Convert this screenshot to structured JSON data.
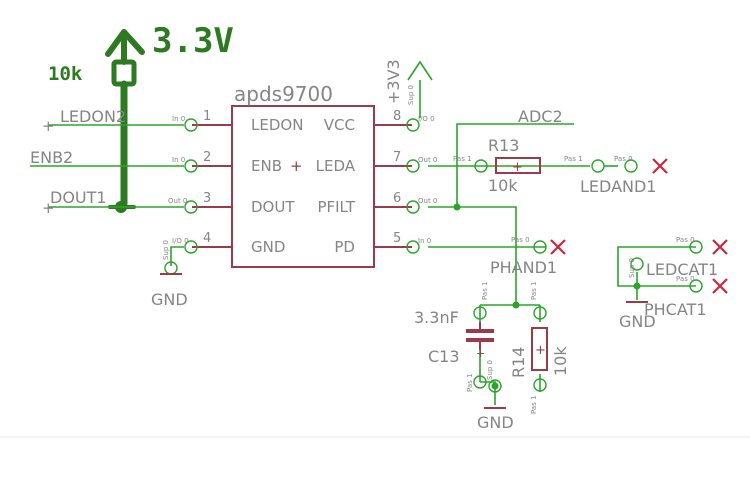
{
  "colors": {
    "wire": "#2aa52a",
    "part": "#9b3a48",
    "text": "#858585",
    "ink": "#2e7a22",
    "noconnect": "#c8283c"
  },
  "annotations": {
    "voltage": "3.3V",
    "resistor": "10k"
  },
  "chip": {
    "name": "apds9700",
    "left_pins": [
      {
        "name": "LEDON",
        "num": "1",
        "dir": "In 0"
      },
      {
        "name": "ENB",
        "num": "2",
        "dir": "In 0"
      },
      {
        "name": "DOUT",
        "num": "3",
        "dir": "Out 0"
      },
      {
        "name": "GND",
        "num": "4",
        "dir": "I/O 0"
      }
    ],
    "right_pins": [
      {
        "name": "VCC",
        "num": "8",
        "dir": "I/O 0"
      },
      {
        "name": "LEDA",
        "num": "7",
        "dir": "Out 0"
      },
      {
        "name": "PFILT",
        "num": "6",
        "dir": "Out 0"
      },
      {
        "name": "PD",
        "num": "5",
        "dir": "In 0"
      }
    ],
    "enb_mark": "+"
  },
  "nets": {
    "ledon": "LEDON2",
    "enb": "ENB2",
    "dout": "DOUT1",
    "vcc": "+3V3",
    "adc": "ADC2",
    "ledand": "LEDAND1",
    "phand": "PHAND1",
    "ledcat": "LEDCAT1",
    "phcat": "PHCAT1"
  },
  "grounds": [
    "GND",
    "GND",
    "GND"
  ],
  "r13": {
    "name": "R13",
    "value": "10k",
    "pin1": "Pas 1",
    "pin2": "Pas 1"
  },
  "r14": {
    "name": "R14",
    "value": "10k",
    "pin1": "Pas 1",
    "pin2": "Pas 1"
  },
  "c13": {
    "name": "C13",
    "value": "3.3nF",
    "pin1": "Pas 1",
    "pin2": "Pas 1",
    "mark": "+"
  },
  "pin_tags": {
    "pas0": "Pas 0",
    "pas1": "Pas 1",
    "sup0": "Sup 0"
  }
}
